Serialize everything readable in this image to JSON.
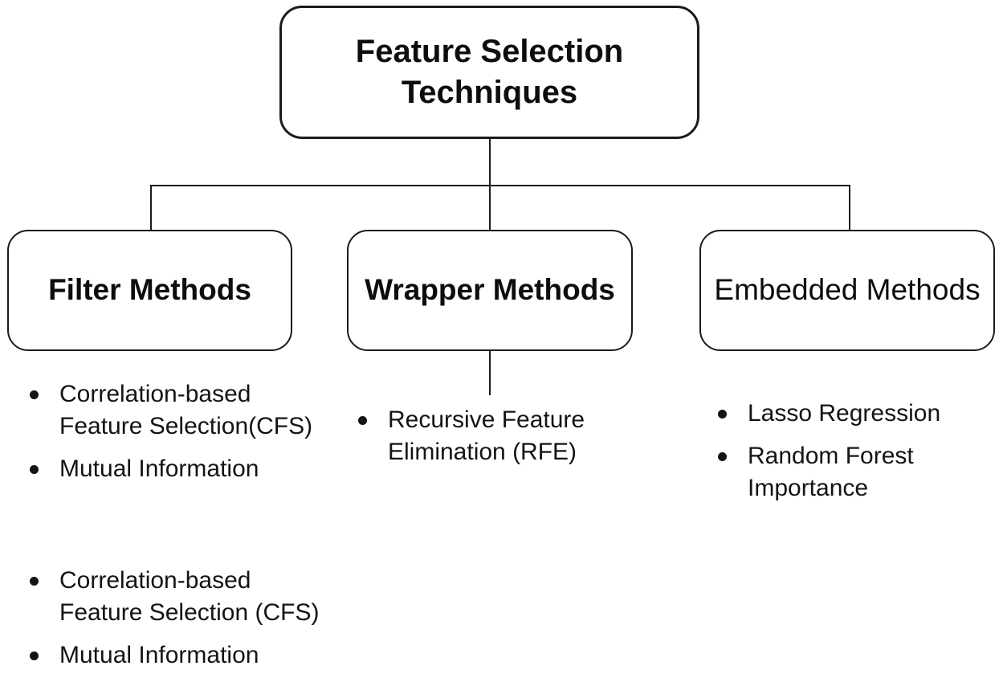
{
  "colors": {
    "background": "#ffffff",
    "line": "#1b1b1b",
    "text": "#141414"
  },
  "diagram": {
    "root": {
      "label": "Feature Selection\nTechniques"
    },
    "branches": [
      {
        "label": "Filter Methods",
        "items": [
          "Correlation-based\nFeature Selection(CFS)",
          "Mutual Information"
        ]
      },
      {
        "label": "Wrapper Methods",
        "items": [
          "Recursive Feature\nElimination (RFE)"
        ]
      },
      {
        "label": "Embedded Methods",
        "items": [
          "Lasso Regression",
          "Random Forest\nImportance"
        ]
      }
    ],
    "footer_items": [
      "Correlation-based\nFeature Selection (CFS)",
      "Mutual Information"
    ]
  }
}
